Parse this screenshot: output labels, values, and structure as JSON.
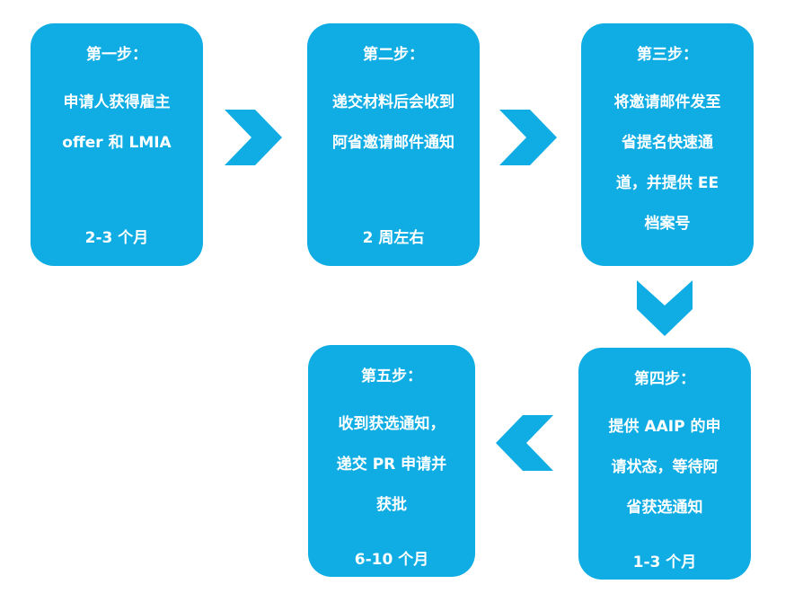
{
  "colors": {
    "box": "#0fade3",
    "arrow": "#0fade3",
    "text": "#ffffff"
  },
  "steps": [
    {
      "title": "第一步：",
      "lines": [
        "申请人获得雇主",
        "offer 和 LMIA"
      ],
      "duration": "2-3 个月"
    },
    {
      "title": "第二步：",
      "lines": [
        "递交材料后会收到",
        "阿省邀请邮件通知"
      ],
      "duration": "2 周左右"
    },
    {
      "title": "第三步：",
      "lines": [
        "将邀请邮件发至",
        "省提名快速通",
        "道，并提供 EE",
        "档案号"
      ],
      "duration": ""
    },
    {
      "title": "第四步：",
      "lines": [
        "提供 AAIP 的申",
        "请状态，等待阿",
        "省获选通知"
      ],
      "duration": "1-3 个月"
    },
    {
      "title": "第五步：",
      "lines": [
        "收到获选通知，",
        "递交 PR 申请并",
        "获批"
      ],
      "duration": "6-10 个月"
    }
  ],
  "arrows": [
    {
      "icon": "chevron-right-icon"
    },
    {
      "icon": "chevron-right-icon"
    },
    {
      "icon": "chevron-down-icon"
    },
    {
      "icon": "chevron-left-icon"
    }
  ]
}
